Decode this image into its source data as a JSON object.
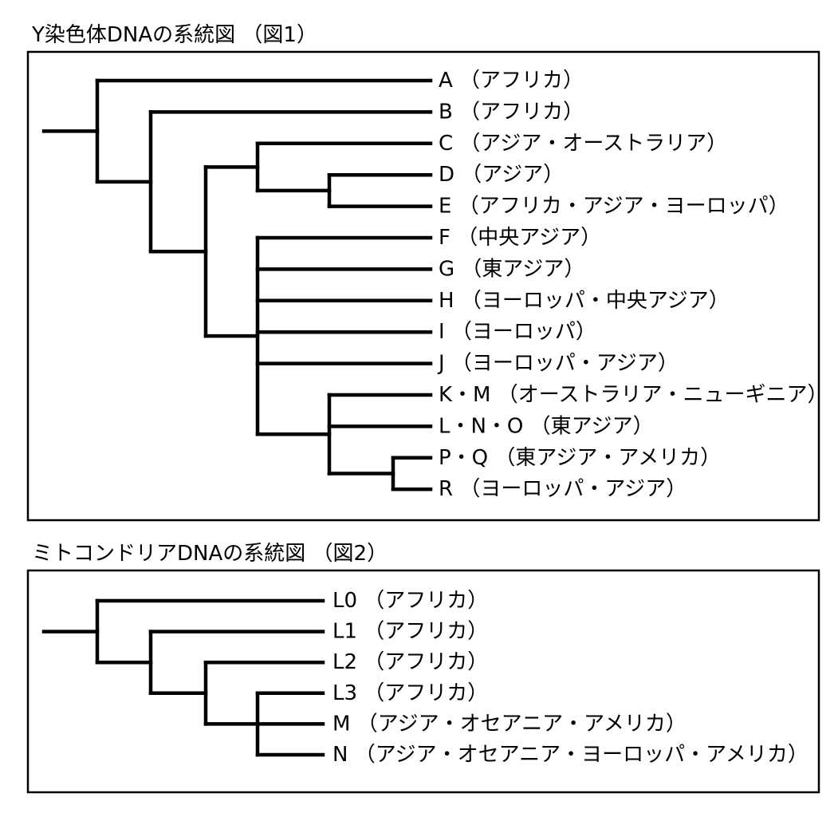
{
  "figure1": {
    "title": "Y染色体DNAの系統図 （図1）",
    "leaves": [
      {
        "label": "A （アフリカ）"
      },
      {
        "label": "B （アフリカ）"
      },
      {
        "label": "C （アジア・オーストラリア）"
      },
      {
        "label": "D （アジア）"
      },
      {
        "label": "E （アフリカ・アジア・ヨーロッパ）"
      },
      {
        "label": "F （中央アジア）"
      },
      {
        "label": "G （東アジア）"
      },
      {
        "label": "H （ヨーロッパ・中央アジア）"
      },
      {
        "label": "I （ヨーロッパ）"
      },
      {
        "label": "J （ヨーロッパ・アジア）"
      },
      {
        "label": "K・M （オーストラリア・ニューギニア）"
      },
      {
        "label": "L・N・O （東アジア）"
      },
      {
        "label": "P・Q （東アジア・アメリカ）"
      },
      {
        "label": "R （ヨーロッパ・アジア）"
      }
    ],
    "tree": [
      0,
      [
        1,
        [
          [
            2,
            [
              3,
              4
            ]
          ],
          [
            5,
            6,
            7,
            8,
            9,
            [
              10,
              11,
              [
                12,
                13
              ]
            ]
          ]
        ]
      ]
    ]
  },
  "figure2": {
    "title": "ミトコンドリアDNAの系統図 （図2）",
    "leaves": [
      {
        "label": "L0 （アフリカ）"
      },
      {
        "label": "L1 （アフリカ）"
      },
      {
        "label": "L2 （アフリカ）"
      },
      {
        "label": "L3 （アフリカ）"
      },
      {
        "label": "M （アジア・オセアニア・アメリカ）"
      },
      {
        "label": "N （アジア・オセアニア・ヨーロッパ・アメリカ）"
      }
    ],
    "tree": [
      0,
      [
        1,
        [
          2,
          [
            3,
            4,
            5
          ]
        ]
      ]
    ]
  }
}
